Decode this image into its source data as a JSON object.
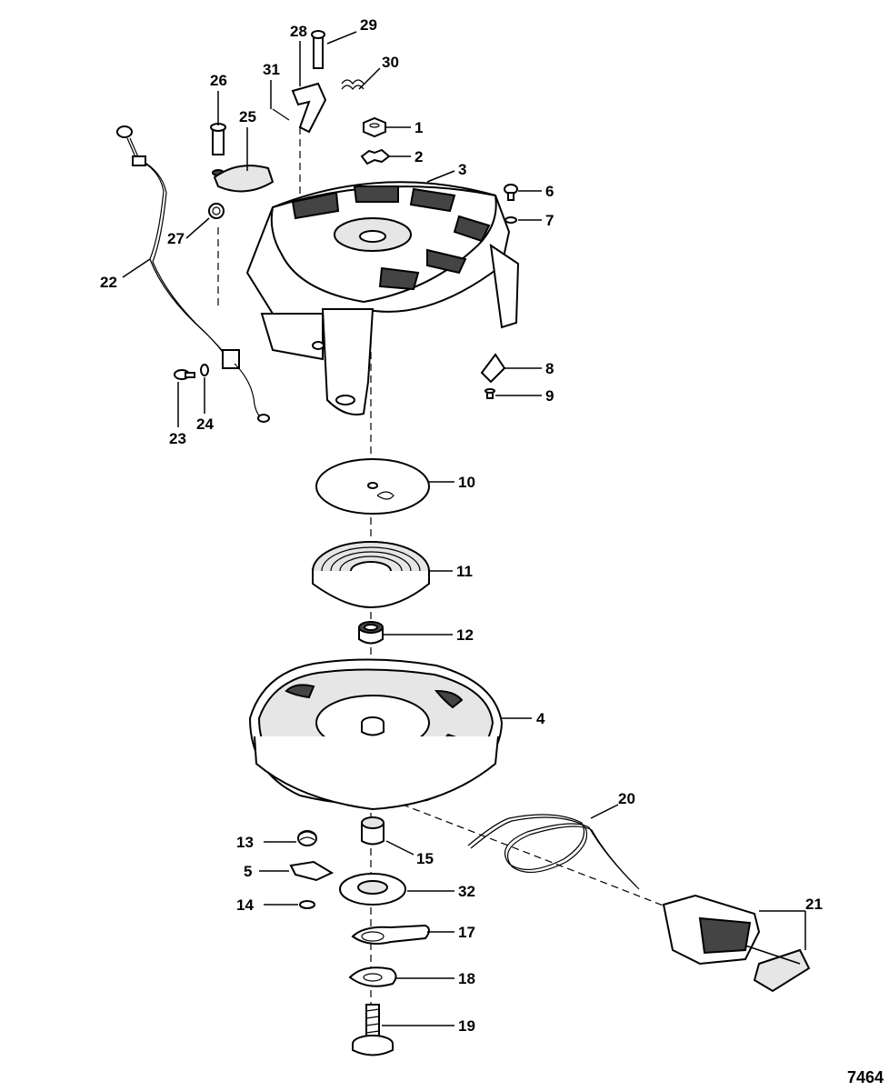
{
  "figure_number": "7464",
  "callouts": [
    {
      "id": "1",
      "label": "1"
    },
    {
      "id": "2",
      "label": "2"
    },
    {
      "id": "3",
      "label": "3"
    },
    {
      "id": "4",
      "label": "4"
    },
    {
      "id": "5",
      "label": "5"
    },
    {
      "id": "6",
      "label": "6"
    },
    {
      "id": "7",
      "label": "7"
    },
    {
      "id": "8",
      "label": "8"
    },
    {
      "id": "9",
      "label": "9"
    },
    {
      "id": "10",
      "label": "10"
    },
    {
      "id": "11",
      "label": "11"
    },
    {
      "id": "12",
      "label": "12"
    },
    {
      "id": "13",
      "label": "13"
    },
    {
      "id": "14",
      "label": "14"
    },
    {
      "id": "15",
      "label": "15"
    },
    {
      "id": "17",
      "label": "17"
    },
    {
      "id": "18",
      "label": "18"
    },
    {
      "id": "19",
      "label": "19"
    },
    {
      "id": "20",
      "label": "20"
    },
    {
      "id": "21",
      "label": "21"
    },
    {
      "id": "22",
      "label": "22"
    },
    {
      "id": "23",
      "label": "23"
    },
    {
      "id": "24",
      "label": "24"
    },
    {
      "id": "25",
      "label": "25"
    },
    {
      "id": "26",
      "label": "26"
    },
    {
      "id": "27",
      "label": "27"
    },
    {
      "id": "28",
      "label": "28"
    },
    {
      "id": "29",
      "label": "29"
    },
    {
      "id": "30",
      "label": "30"
    },
    {
      "id": "31",
      "label": "31"
    },
    {
      "id": "32",
      "label": "32"
    }
  ]
}
